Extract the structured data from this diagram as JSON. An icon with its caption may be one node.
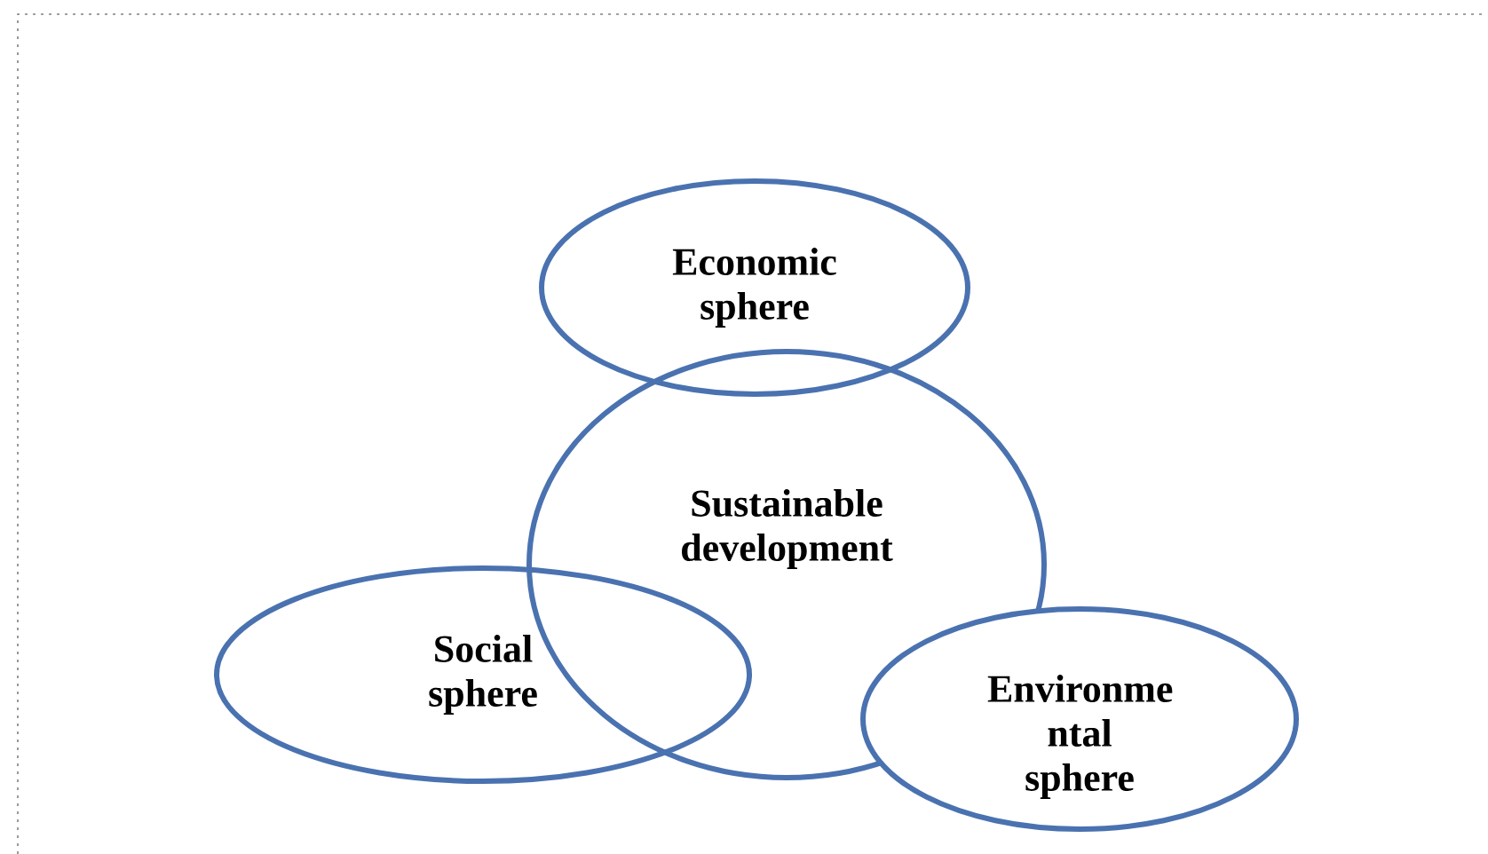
{
  "diagram": {
    "nodes": [
      {
        "text": [
          "Economic sphere"
        ]
      },
      {
        "text": [
          "Sustainable development"
        ]
      },
      {
        "text": [
          "Social sphere"
        ]
      },
      {
        "text": [
          "Environme ntal sphere"
        ]
      }
    ]
  }
}
